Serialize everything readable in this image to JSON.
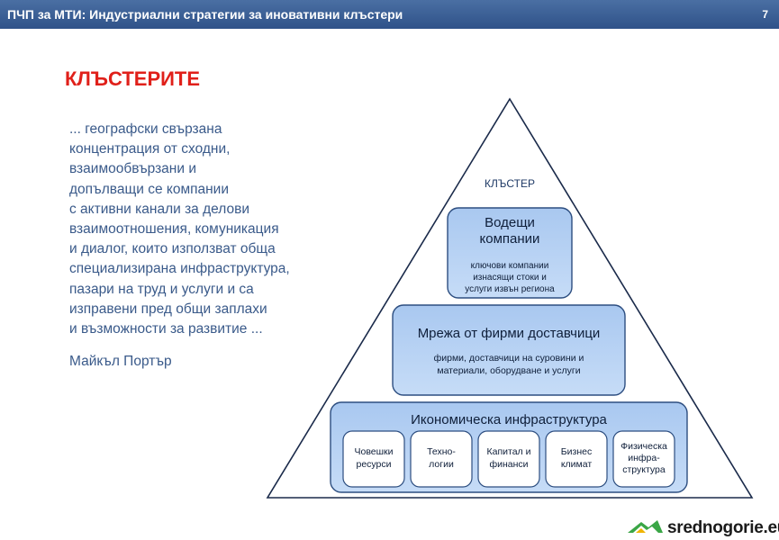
{
  "header": {
    "title": "ПЧП за МТИ: Индустриални стратегии за иновативни клъстери",
    "page_number": "7"
  },
  "slide_title": "КЛЪСТЕРИТЕ",
  "quote": {
    "lines": [
      "... географски свързана",
      "концентрация от сходни,",
      "взаимообвързани и",
      "допълващи се компании",
      "с активни канали за делови",
      "взаимоотношения, комуникация",
      "и диалог, които използват обща",
      "специализирана инфраструктура,",
      "пазари на труд и услуги и са",
      "изправени пред общи заплахи",
      "и възможности за развитие ..."
    ],
    "author": "Майкъл Портър"
  },
  "pyramid": {
    "label": "КЛЪСТЕР",
    "top_box": {
      "title_lines": [
        "Водещи",
        "компании"
      ],
      "subtitle_lines": [
        "ключови компании",
        "изнасящи стоки и",
        "услуги извън региона"
      ]
    },
    "middle_box": {
      "title": "Мрежа от фирми доставчици",
      "subtitle_lines": [
        "фирми, доставчици на суровини и",
        "материали, оборудване и услуги"
      ]
    },
    "bottom_box": {
      "title": "Икономическа инфраструктура",
      "items": [
        {
          "lines": [
            "Човешки",
            "ресурси"
          ]
        },
        {
          "lines": [
            "Техно-",
            "логии"
          ]
        },
        {
          "lines": [
            "Капитал и",
            "финанси"
          ]
        },
        {
          "lines": [
            "Бизнес",
            "климат"
          ]
        },
        {
          "lines": [
            "Физическа",
            "инфра-",
            "структура"
          ]
        }
      ]
    }
  },
  "logo": {
    "text": "srednogorie.eu"
  },
  "colors": {
    "header": "#3a5d94",
    "title": "#e0201a",
    "quote": "#3a5a8a",
    "box_fill": "#b3cef2",
    "box_stroke": "#2d4e80",
    "logo_green": "#3aa646"
  }
}
